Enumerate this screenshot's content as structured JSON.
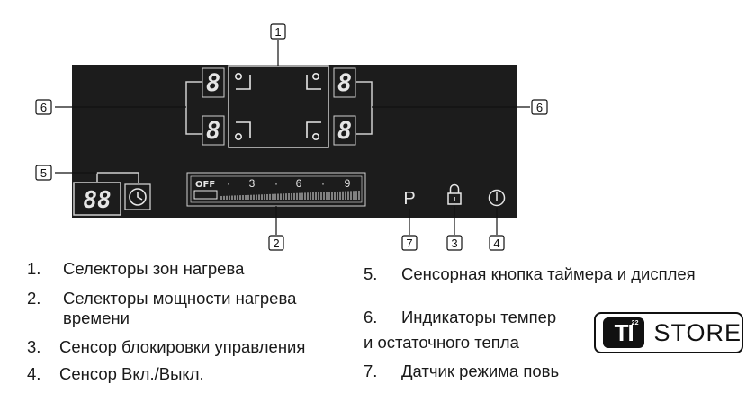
{
  "callouts": [
    "1",
    "2",
    "3",
    "4",
    "5",
    "6",
    "6",
    "7"
  ],
  "panel": {
    "zone_digit": "8",
    "timer_digits": "88",
    "slider_labels": [
      "OFF",
      "·",
      "3",
      "·",
      "6",
      "·",
      "9"
    ],
    "pause_symbol": "P"
  },
  "legend": [
    {
      "num": "1.",
      "text": "Селекторы зон нагрева"
    },
    {
      "num": "2.",
      "text": "Селекторы мощности нагрева времени"
    },
    {
      "num": "3.",
      "text": "Сенсор блокировки управления"
    },
    {
      "num": "4.",
      "text": "Сенсор Вкл./Выкл."
    },
    {
      "num": "5.",
      "text": "Сенсорная кнопка таймера и дисплея"
    },
    {
      "num": "6.",
      "text": "Индикаторы темпер"
    },
    {
      "num": "",
      "text": "и остаточного тепла"
    },
    {
      "num": "7.",
      "text": "Датчик режима повь"
    }
  ],
  "watermark": {
    "logo": "TI",
    "sup": "22",
    "text": "STORE"
  },
  "colors": {
    "panel": "#1c1c1c",
    "display": "#e6e6e6",
    "line": "#cfcfcf"
  }
}
